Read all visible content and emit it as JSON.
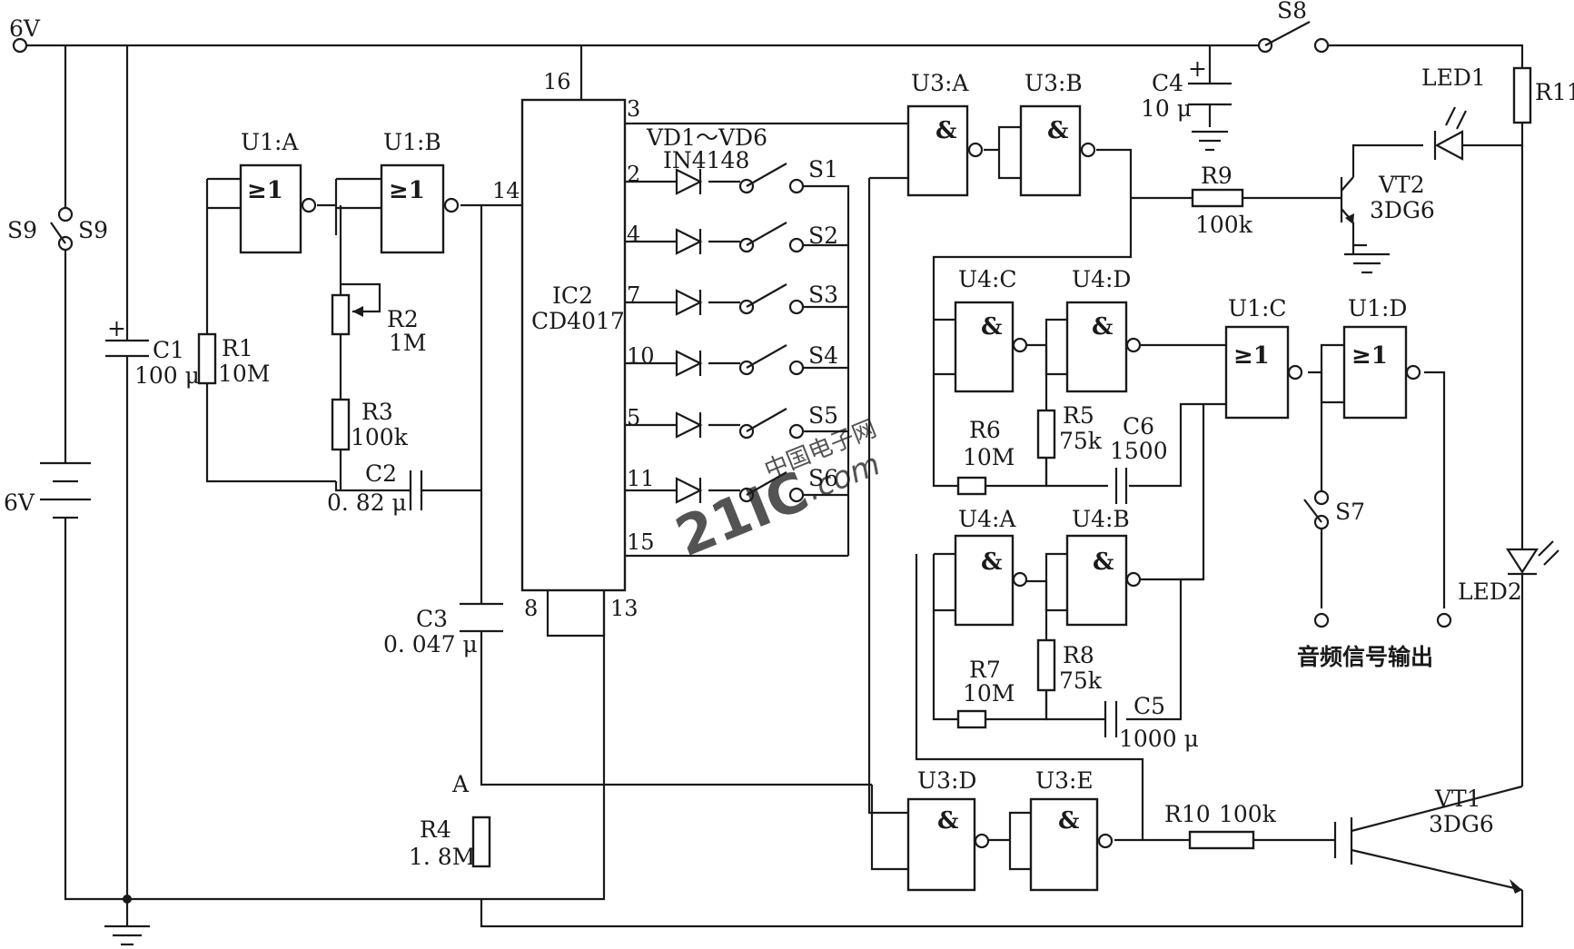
{
  "labels": {
    "supply_top": "6V",
    "battery": "6V",
    "s9_left": "S9",
    "s9_right": "S9",
    "c1_name": "C1",
    "c1_value": "100 μ",
    "r1_name": "R1",
    "r1_value": "10M",
    "u1a": "U1:A",
    "u1b": "U1:B",
    "u1c": "U1:C",
    "u1d": "U1:D",
    "r2_name": "R2",
    "r2_value": "1M",
    "r3_name": "R3",
    "r3_value": "100k",
    "c2_name": "C2",
    "c2_value": "0. 82 μ",
    "c3_name": "C3",
    "c3_value": "0. 047 μ",
    "r4_name": "R4",
    "r4_value": "1. 8M",
    "node_a": "A",
    "ic2_name": "IC2",
    "ic2_part": "CD4017",
    "vd_range": "VD1～VD6",
    "vd_part": "IN4148",
    "s1": "S1",
    "s2": "S2",
    "s3": "S3",
    "s4": "S4",
    "s5": "S5",
    "s6": "S6",
    "s7": "S7",
    "s8": "S8",
    "u3a": "U3:A",
    "u3b": "U3:B",
    "u3d": "U3:D",
    "u3e": "U3:E",
    "u4a": "U4:A",
    "u4b": "U4:B",
    "u4c": "U4:C",
    "u4d": "U4:D",
    "c4_name": "C4",
    "c4_value": "10 μ",
    "r9_name": "R9",
    "r9_value": "100k",
    "vt2_name": "VT2",
    "vt2_part": "3DG6",
    "led1": "LED1",
    "led2": "LED2",
    "r11": "R11",
    "r6_name": "R6",
    "r6_value": "10M",
    "r5_name": "R5",
    "r5_value": "75k",
    "c6_name": "C6",
    "c6_value": "1500",
    "r7_name": "R7",
    "r7_value": "10M",
    "r8_name": "R8",
    "r8_value": "75k",
    "c5_name": "C5",
    "c5_value": "1000 μ",
    "r10_name": "R10",
    "r10_value": "100k",
    "vt1_name": "VT1",
    "vt1_part": "3DG6",
    "audio_out": "音频信号输出",
    "nor_symbol": "≥1",
    "nand_symbol": "&",
    "plus": "+"
  },
  "pins": {
    "p16": "16",
    "p3": "3",
    "p2": "2",
    "p4": "4",
    "p7": "7",
    "p10": "10",
    "p5": "5",
    "p11": "11",
    "p15": "15",
    "p14": "14",
    "p8": "8",
    "p13": "13"
  },
  "watermark": {
    "logo": "21IC",
    "site_cn": "中国电子网",
    "domain": ".com"
  },
  "colors": {
    "ink": "#1a1a1a",
    "background": "#ffffff",
    "watermark_red": "#e8505b",
    "watermark_blue": "#5a73c8"
  }
}
